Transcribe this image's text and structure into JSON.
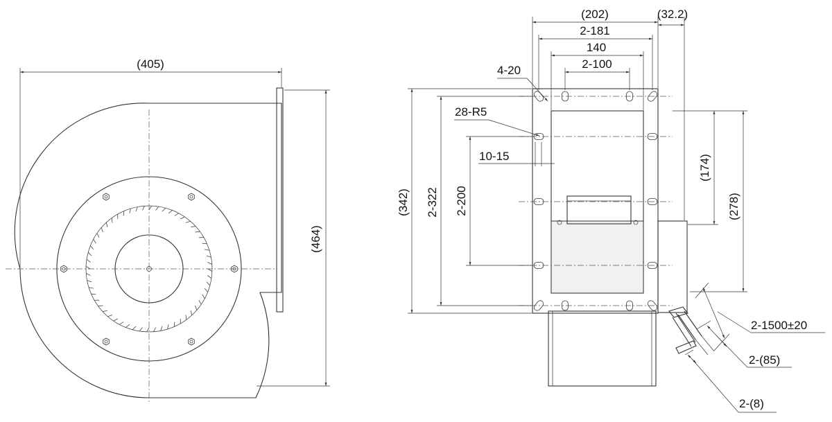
{
  "front_view": {
    "width_label": "(405)",
    "height_label": "(464)"
  },
  "side_view": {
    "overall_width_label": "(202)",
    "offset_label": "(32.2)",
    "hole_span_181": "2-181",
    "span_140": "140",
    "hole_span_100": "2-100",
    "slot_label": "4-20",
    "radius_label": "28-R5",
    "slot_width_label": "10-15",
    "overall_height_label": "(342)",
    "hole_span_322": "2-322",
    "hole_span_200": "2-200",
    "upper_height_label": "(174)",
    "lower_height_label": "(278)",
    "cable_length_label": "2-1500±20",
    "strip_length_label": "2-(85)",
    "end_length_label": "2-(8)"
  },
  "colors": {
    "line": "#333333",
    "shade": "#f1f1f1",
    "background": "#ffffff"
  }
}
